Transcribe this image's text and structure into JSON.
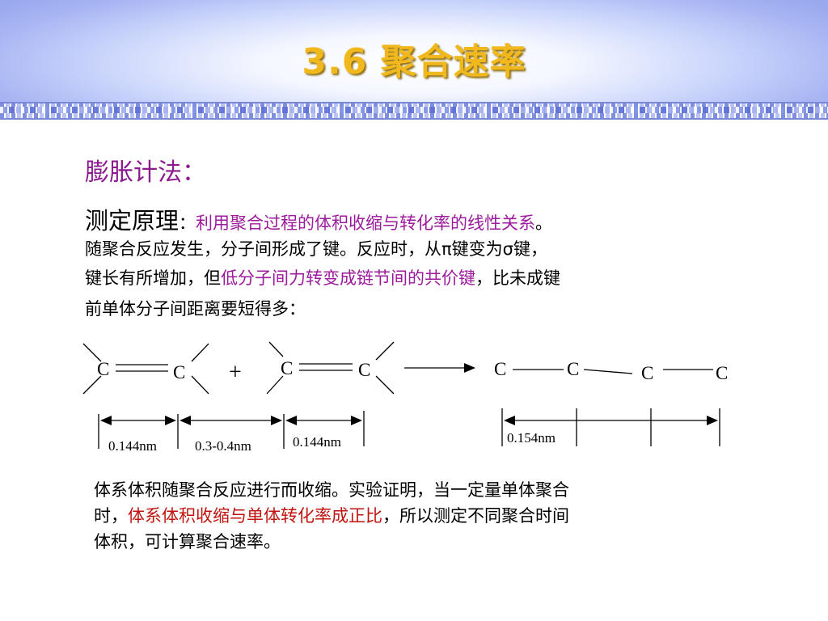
{
  "title": "3.6  聚合速率",
  "section_heading": "膨胀计法：",
  "principle": {
    "lead": "测定原理",
    "colon": "：",
    "highlight": "利用聚合过程的体积收缩与转化率的线性关系",
    "end": "。",
    "line2": "随聚合反应发生，分子间形成了键。反应时，从π键变为σ键，",
    "line3_a": "键长有所增加，但",
    "line3_highlight": "低分子间力转变成链节间的共价键",
    "line3_b": "，比未成键",
    "line4": "前单体分子间距离要短得多："
  },
  "diagram": {
    "atom": "C",
    "plus": "+",
    "dim1": "0.144nm",
    "dim2": "0.3-0.4nm",
    "dim3": "0.144nm",
    "dim4": "0.154nm"
  },
  "conclusion": {
    "line1": "体系体积随聚合反应进行而收缩。实验证明，当一定量单体聚合",
    "line2_a": "时，",
    "line2_highlight": "体系体积收缩与单体转化率成正比",
    "line2_b": "，所以测定不同聚合时间",
    "line3": "体积，可计算聚合速率。"
  },
  "colors": {
    "title": "#f0b81c",
    "heading": "#8b1a8e",
    "highlight_magenta": "#9c1a9c",
    "highlight_red": "#c0140f"
  }
}
